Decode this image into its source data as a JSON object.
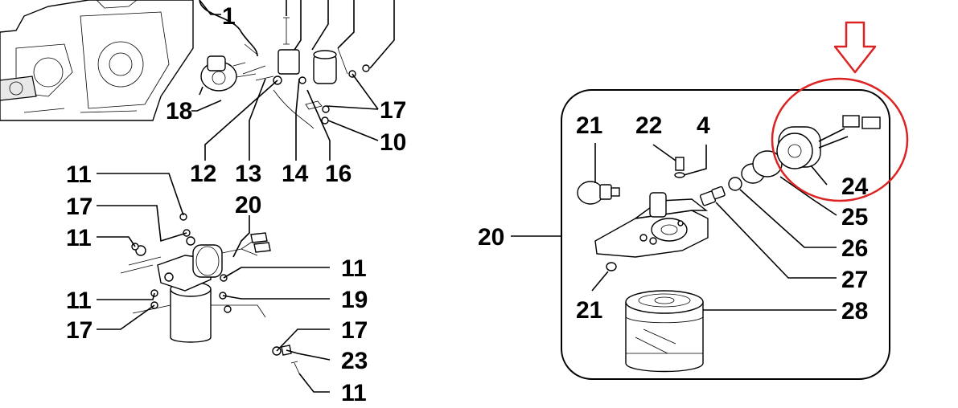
{
  "labels": {
    "l1": "1",
    "l18": "18",
    "l12": "12",
    "l13": "13",
    "l14": "14",
    "l16": "16",
    "l17a": "17",
    "l10": "10",
    "l11a": "11",
    "l17b": "17",
    "l11b": "11",
    "l20a": "20",
    "l11c": "11",
    "l19": "19",
    "l11d": "11",
    "l17c": "17",
    "l17d": "17",
    "l23": "23",
    "l11e": "11",
    "l20b": "20",
    "l21a": "21",
    "l22": "22",
    "l4": "4",
    "l24": "24",
    "l25": "25",
    "l26": "26",
    "l27": "27",
    "l21b": "21",
    "l28": "28"
  },
  "colors": {
    "highlight": "#dd2222",
    "ink": "#000000",
    "background": "#ffffff"
  },
  "icons": {
    "arrow": "down-arrow-icon",
    "highlight": "highlight-circle"
  }
}
